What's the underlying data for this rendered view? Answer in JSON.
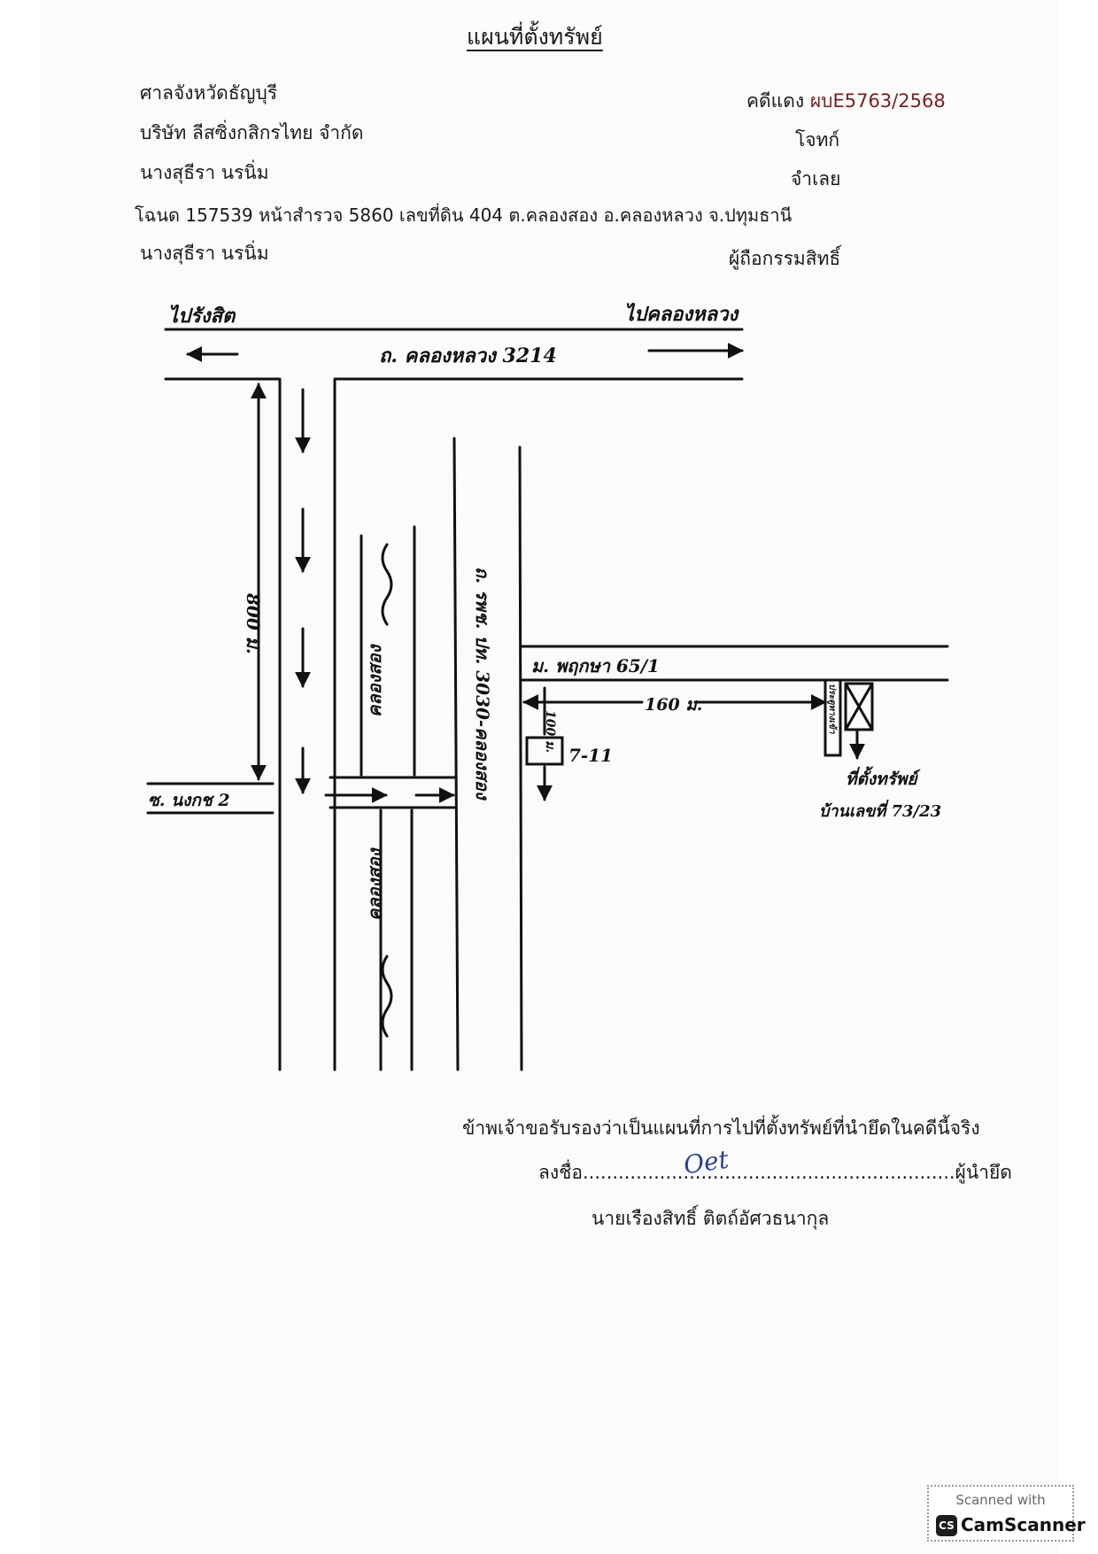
{
  "document": {
    "title": "แผนที่ตั้งทรัพย์",
    "court": "ศาลจังหวัดธัญบุรี",
    "case_label": "คดีแดง",
    "case_number": "ผบE5763/2568",
    "plaintiff": "บริษัท ลีสซิ่งกสิกรไทย จำกัด",
    "plaintiff_role": "โจทก์",
    "defendant": "นางสุธีรา นรนิ่ม",
    "defendant_role": "จำเลย",
    "deed_line": "โฉนด 157539 หน้าสำรวจ 5860 เลขที่ดิน 404 ต.คลองสอง อ.คลองหลวง จ.ปทุมธานี",
    "owner": "นางสุธีรา นรนิ่ม",
    "owner_role": "ผู้ถือกรรมสิทธิ์"
  },
  "map": {
    "to_left": "ไปรังสิต",
    "to_right": "ไปคลองหลวง",
    "main_road": "ถ. คลองหลวง 3214",
    "distance_vertical": "800 ม.",
    "canal_upper": "คลองสอง",
    "canal_lower": "คลองสอง",
    "road_vertical": "ถ. รพช. ปท. 3030-คลองสอง",
    "soi_label": "ซ. นงกช 2",
    "village": "ม. พฤกษา 65/1",
    "distance_horizontal": "160 ม.",
    "store": "7-11",
    "store_distance": "100 ม.",
    "gate_label": "ประตูทางเข้า",
    "target_line1": "ที่ตั้งทรัพย์",
    "target_line2": "บ้านเลขที่ 73/23"
  },
  "certification": {
    "statement": "ข้าพเจ้าขอรับรองว่าเป็นแผนที่การไปที่ตั้งทรัพย์ที่นำยึดในคดีนี้จริง",
    "sign_prefix": "ลงชื่อ",
    "sign_dots": "...............................................................",
    "sign_role": "ผู้นำยึด",
    "signature": "Oet",
    "signer_name": "นายเรืองสิทธิ์ ติตถ์อัศวธนากุล"
  },
  "watermark": {
    "line1": "Scanned with",
    "icon": "CS",
    "brand": "CamScanner"
  }
}
